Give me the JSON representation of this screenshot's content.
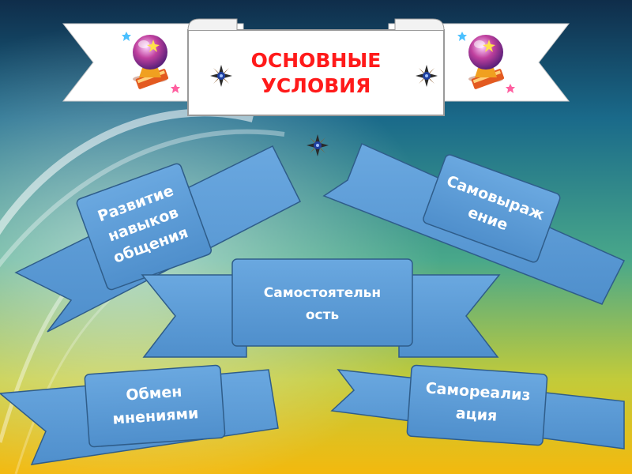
{
  "slide": {
    "title_line1": "ОСНОВНЫЕ",
    "title_line2": "УСЛОВИЯ",
    "banners": [
      {
        "lines": [
          "Развитие",
          "навыков",
          "общения"
        ]
      },
      {
        "lines": [
          "Самовыраж",
          "ение"
        ]
      },
      {
        "lines": [
          "Самостоятельн",
          "ость"
        ]
      },
      {
        "lines": [
          "Обмен",
          "мнениями"
        ]
      },
      {
        "lines": [
          "Самореализ",
          "ация"
        ]
      }
    ]
  },
  "colors": {
    "title_text": "#ff1a1a",
    "ribbon_fill": "#5b9bd5",
    "ribbon_edge": "#2f5d8a",
    "label_text": "#ffffff",
    "banner_fill": "#ffffff"
  },
  "icons": [
    "crystal-ball-icon",
    "book-icon",
    "star-icon",
    "compass-star-icon"
  ]
}
